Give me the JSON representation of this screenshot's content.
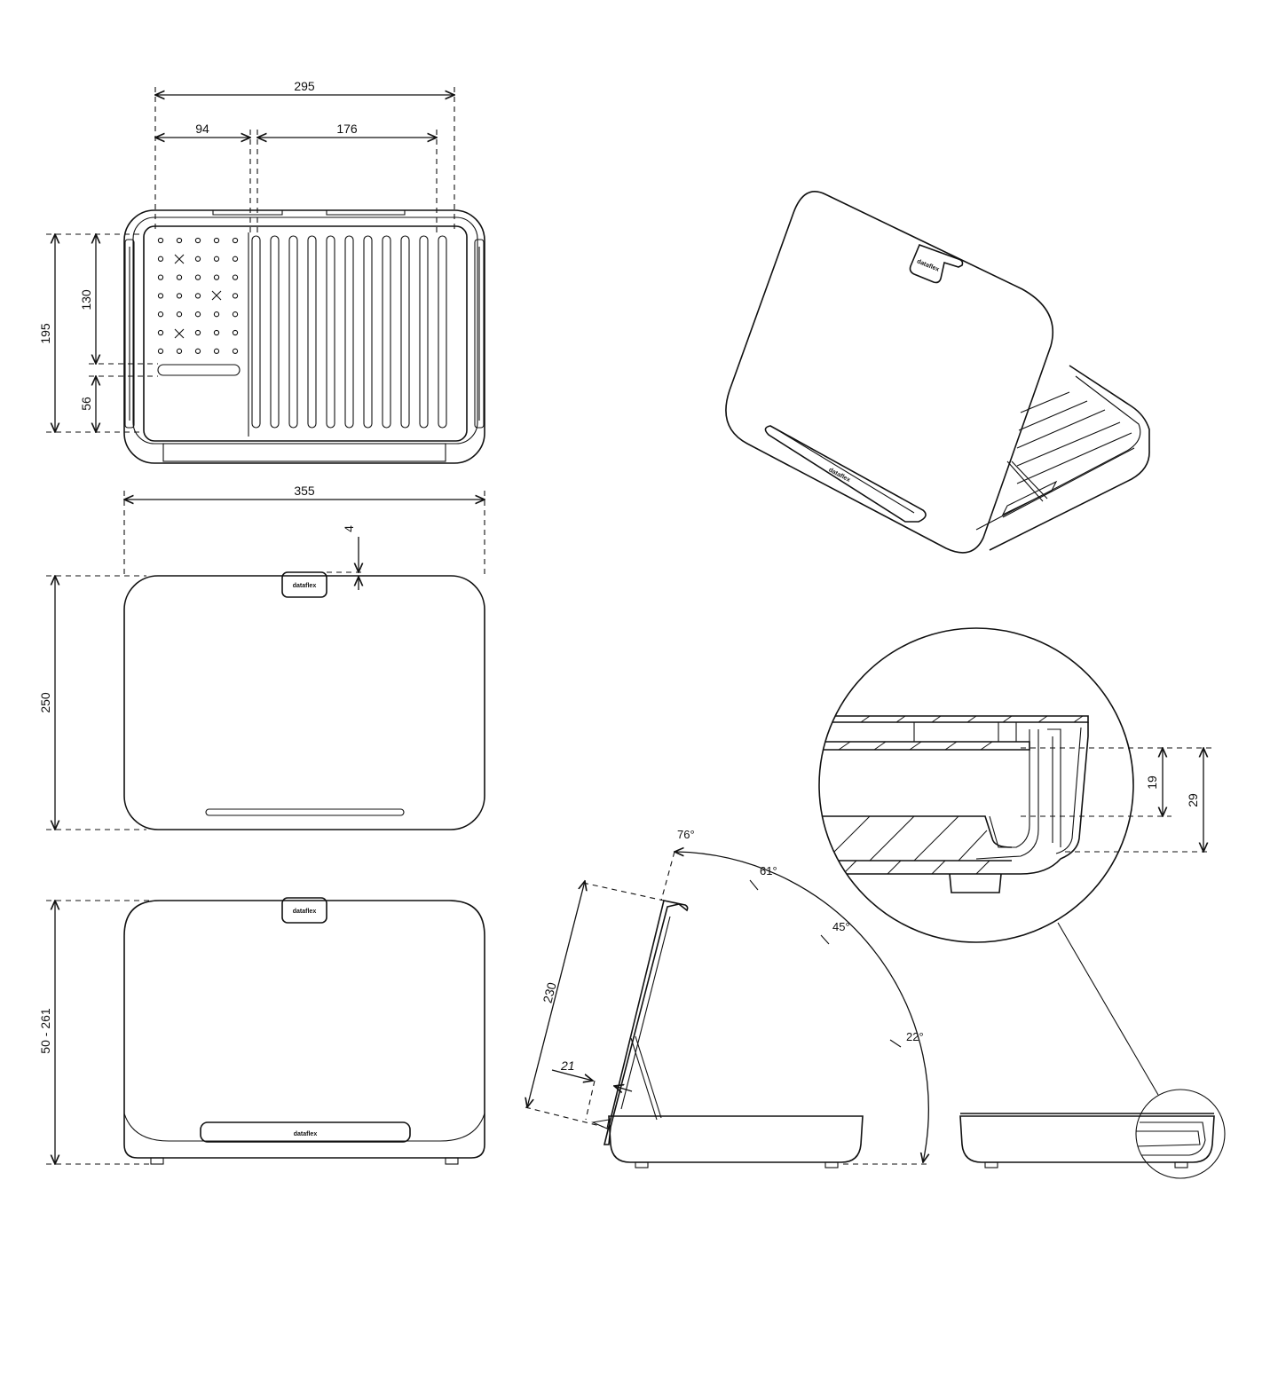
{
  "dimensions": {
    "width_total": "295",
    "width_left": "94",
    "width_right": "176",
    "depth_total": "195",
    "depth_upper": "130",
    "depth_lower": "56",
    "outer_width": "355",
    "gap": "4",
    "board_height": "250",
    "height_range": "50 - 261",
    "side_length": "230",
    "ledge_offset": "21",
    "detail_inner": "19",
    "detail_outer": "29"
  },
  "angles": {
    "a76": "76°",
    "a61": "61°",
    "a45": "45°",
    "a22": "22°"
  },
  "brand": {
    "logo": "dataflex"
  },
  "colors": {
    "line": "#111111",
    "background": "#ffffff"
  }
}
